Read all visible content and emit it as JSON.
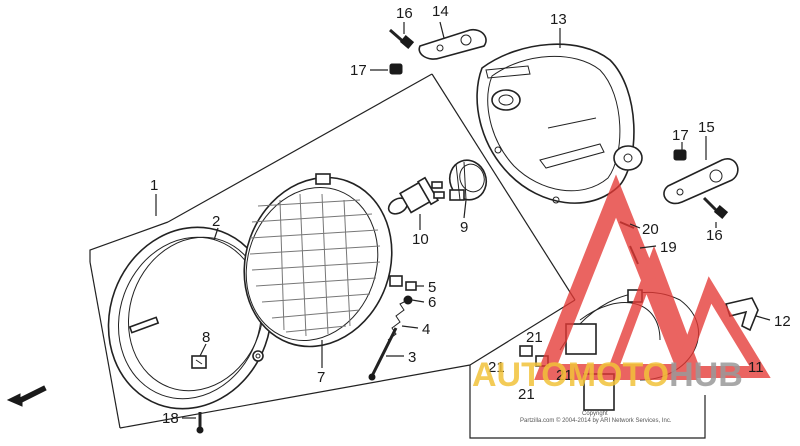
{
  "diagram": {
    "labels": {
      "p1": "1",
      "p2": "2",
      "p3": "3",
      "p4": "4",
      "p5": "5",
      "p6": "6",
      "p7": "7",
      "p8": "8",
      "p9": "9",
      "p10": "10",
      "p11": "11",
      "p12": "12",
      "p13": "13",
      "p14": "14",
      "p15": "15",
      "p16a": "16",
      "p16b": "16",
      "p17a": "17",
      "p17b": "17",
      "p18": "18",
      "p19": "19",
      "p20": "20",
      "p21a": "21",
      "p21b": "21",
      "p21c": "21",
      "p21d": "21"
    },
    "copyright": {
      "line1": "Copyright",
      "line2": "Partzilla.com © 2004-2014 by ARI Network Services, Inc."
    },
    "colors": {
      "lines": "#222222",
      "watermark_red": "#e53935",
      "watermark_yellow": "#f2c33a",
      "watermark_grey": "#9a9a9a"
    }
  },
  "watermark": {
    "part1": "AUTO",
    "part2": "MOTO",
    "part3": "HUB"
  }
}
